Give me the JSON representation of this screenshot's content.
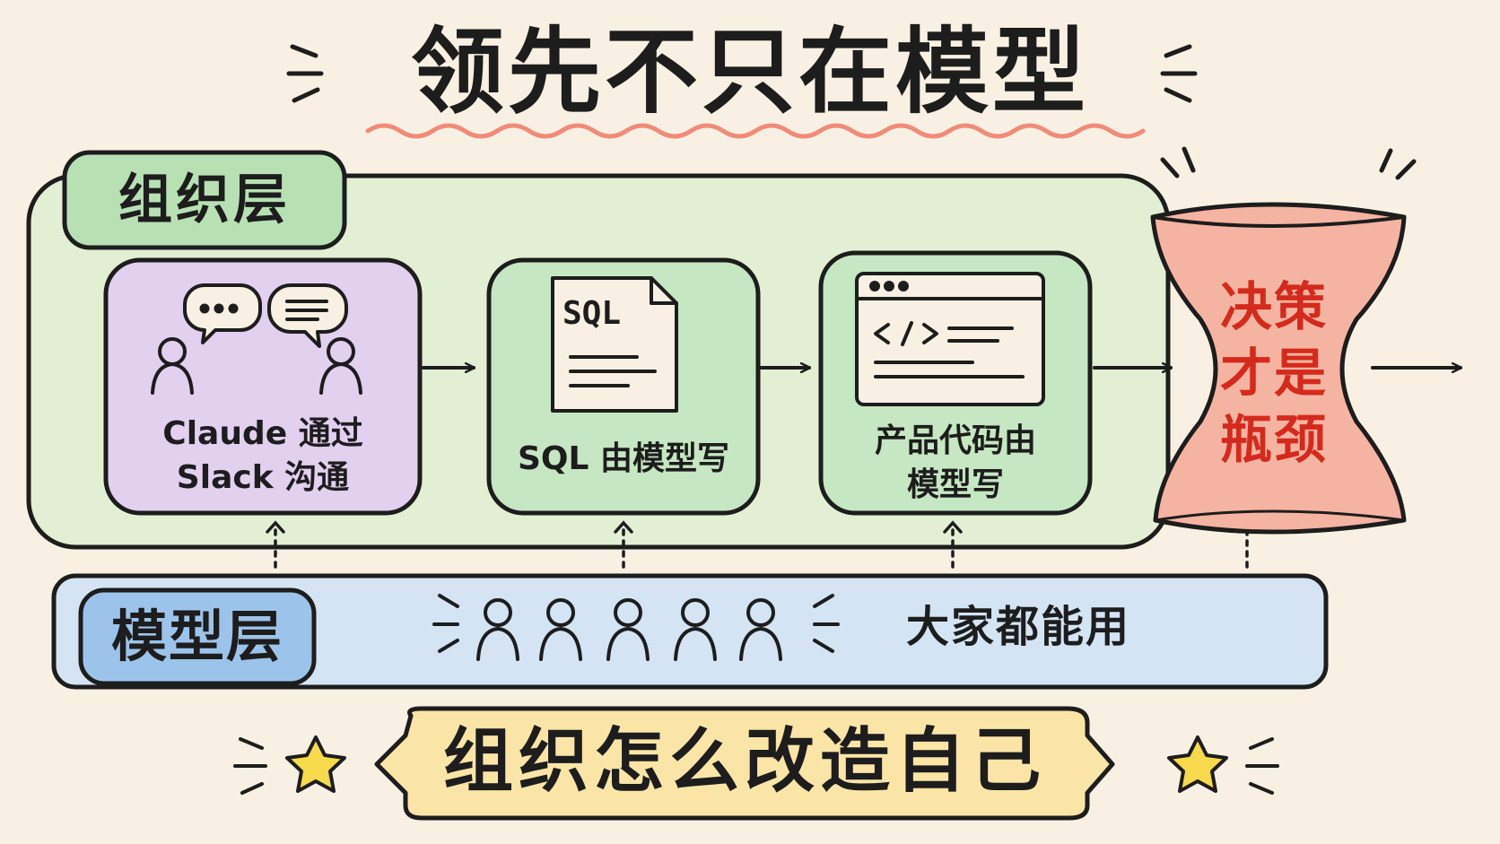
{
  "title": "领先不只在模型",
  "org_layer": {
    "label": "组织层",
    "cards": [
      {
        "label": "Claude 通过\nSlack 沟通",
        "icon": "chat-people-icon"
      },
      {
        "label": "SQL 由模型写",
        "icon": "sql-file-icon",
        "icon_text": "SQL"
      },
      {
        "label": "产品代码由\n模型写",
        "icon": "code-window-icon"
      }
    ]
  },
  "bottleneck": {
    "label": "决策\n才是\n瓶颈",
    "icon": "hourglass-icon"
  },
  "model_layer": {
    "label": "模型层",
    "text": "大家都能用",
    "people_count": 5
  },
  "bottom_banner": "组织怎么改造自己",
  "colors": {
    "background": "#f8f1e3",
    "org_layer_fill": "#e2efd3",
    "tab_green": "#b7e1b3",
    "card_purple": "#e2d0ef",
    "card_green": "#c5e7c2",
    "model_layer_fill": "#d4e4f3",
    "tab_blue": "#9cc4ea",
    "bottleneck_fill": "#f5b4a1",
    "bottleneck_text": "#d42a1c",
    "banner_fill": "#fbe5a6",
    "underline": "#f18b78",
    "star": "#f7d94c",
    "ink": "#1d1d1d"
  }
}
